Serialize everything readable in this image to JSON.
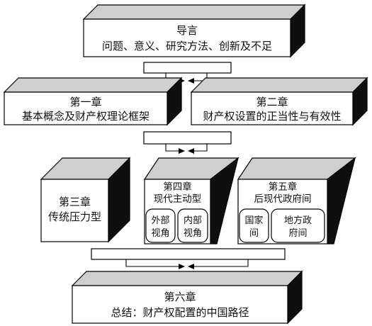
{
  "intro": {
    "title": "导言",
    "subtitle": "问题、意义、研究方法、创新及不足"
  },
  "ch1": {
    "title": "第一章",
    "subtitle": "基本概念及财产权理论框架"
  },
  "ch2": {
    "title": "第二章",
    "subtitle": "财产权设置的正当性与有效性"
  },
  "ch3": {
    "title": "第三章",
    "subtitle": "传统压力型"
  },
  "ch4": {
    "title": "第四章",
    "subtitle": "现代主动型",
    "sub_boxes": [
      {
        "line1": "外部",
        "line2": "视角"
      },
      {
        "line1": "内部",
        "line2": "视角"
      }
    ]
  },
  "ch5": {
    "title": "第五章",
    "subtitle": "后现代政府间",
    "sub_boxes": [
      {
        "line1": "国家",
        "line2": "间"
      },
      {
        "line1": "地方政",
        "line2": "府间"
      }
    ]
  },
  "ch6": {
    "title": "第六章",
    "subtitle": "总结：财产权配置的中国路径"
  },
  "colors": {
    "top_face": "#cfcfcf",
    "side_face": "#0f0f0f",
    "front_face": "#ffffff",
    "stroke": "#000000"
  }
}
